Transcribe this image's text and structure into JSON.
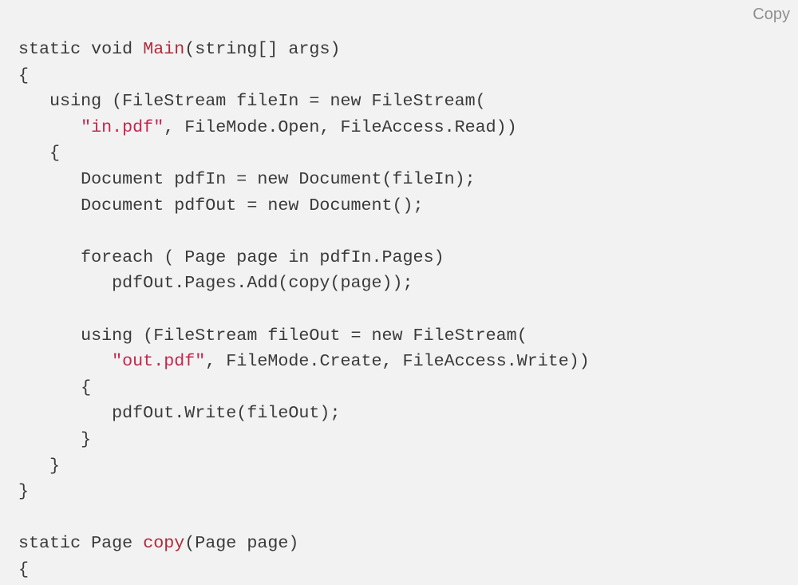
{
  "copy_button": {
    "label": "Copy"
  },
  "colors": {
    "background": "#f2f2f2",
    "text": "#3a3a3a",
    "method": "#b02a3a",
    "string": "#c8254f",
    "copy": "#8f8f8f"
  },
  "code": {
    "language": "csharp",
    "lines": [
      [
        {
          "t": "plain",
          "v": "static void "
        },
        {
          "t": "method",
          "v": "Main"
        },
        {
          "t": "plain",
          "v": "(string[] args)"
        }
      ],
      [
        {
          "t": "plain",
          "v": "{"
        }
      ],
      [
        {
          "t": "plain",
          "v": "   using (FileStream fileIn = new FileStream("
        }
      ],
      [
        {
          "t": "plain",
          "v": "      "
        },
        {
          "t": "string",
          "v": "\"in.pdf\""
        },
        {
          "t": "plain",
          "v": ", FileMode.Open, FileAccess.Read))"
        }
      ],
      [
        {
          "t": "plain",
          "v": "   {"
        }
      ],
      [
        {
          "t": "plain",
          "v": "      Document pdfIn = new Document(fileIn);"
        }
      ],
      [
        {
          "t": "plain",
          "v": "      Document pdfOut = new Document();"
        }
      ],
      [],
      [
        {
          "t": "plain",
          "v": "      foreach ( Page page in pdfIn.Pages)"
        }
      ],
      [
        {
          "t": "plain",
          "v": "         pdfOut.Pages.Add(copy(page));"
        }
      ],
      [],
      [
        {
          "t": "plain",
          "v": "      using (FileStream fileOut = new FileStream("
        }
      ],
      [
        {
          "t": "plain",
          "v": "         "
        },
        {
          "t": "string",
          "v": "\"out.pdf\""
        },
        {
          "t": "plain",
          "v": ", FileMode.Create, FileAccess.Write))"
        }
      ],
      [
        {
          "t": "plain",
          "v": "      {"
        }
      ],
      [
        {
          "t": "plain",
          "v": "         pdfOut.Write(fileOut);"
        }
      ],
      [
        {
          "t": "plain",
          "v": "      }"
        }
      ],
      [
        {
          "t": "plain",
          "v": "   }"
        }
      ],
      [
        {
          "t": "plain",
          "v": "}"
        }
      ],
      [],
      [
        {
          "t": "plain",
          "v": "static Page "
        },
        {
          "t": "method",
          "v": "copy"
        },
        {
          "t": "plain",
          "v": "(Page page)"
        }
      ],
      [
        {
          "t": "plain",
          "v": "{"
        }
      ]
    ]
  }
}
